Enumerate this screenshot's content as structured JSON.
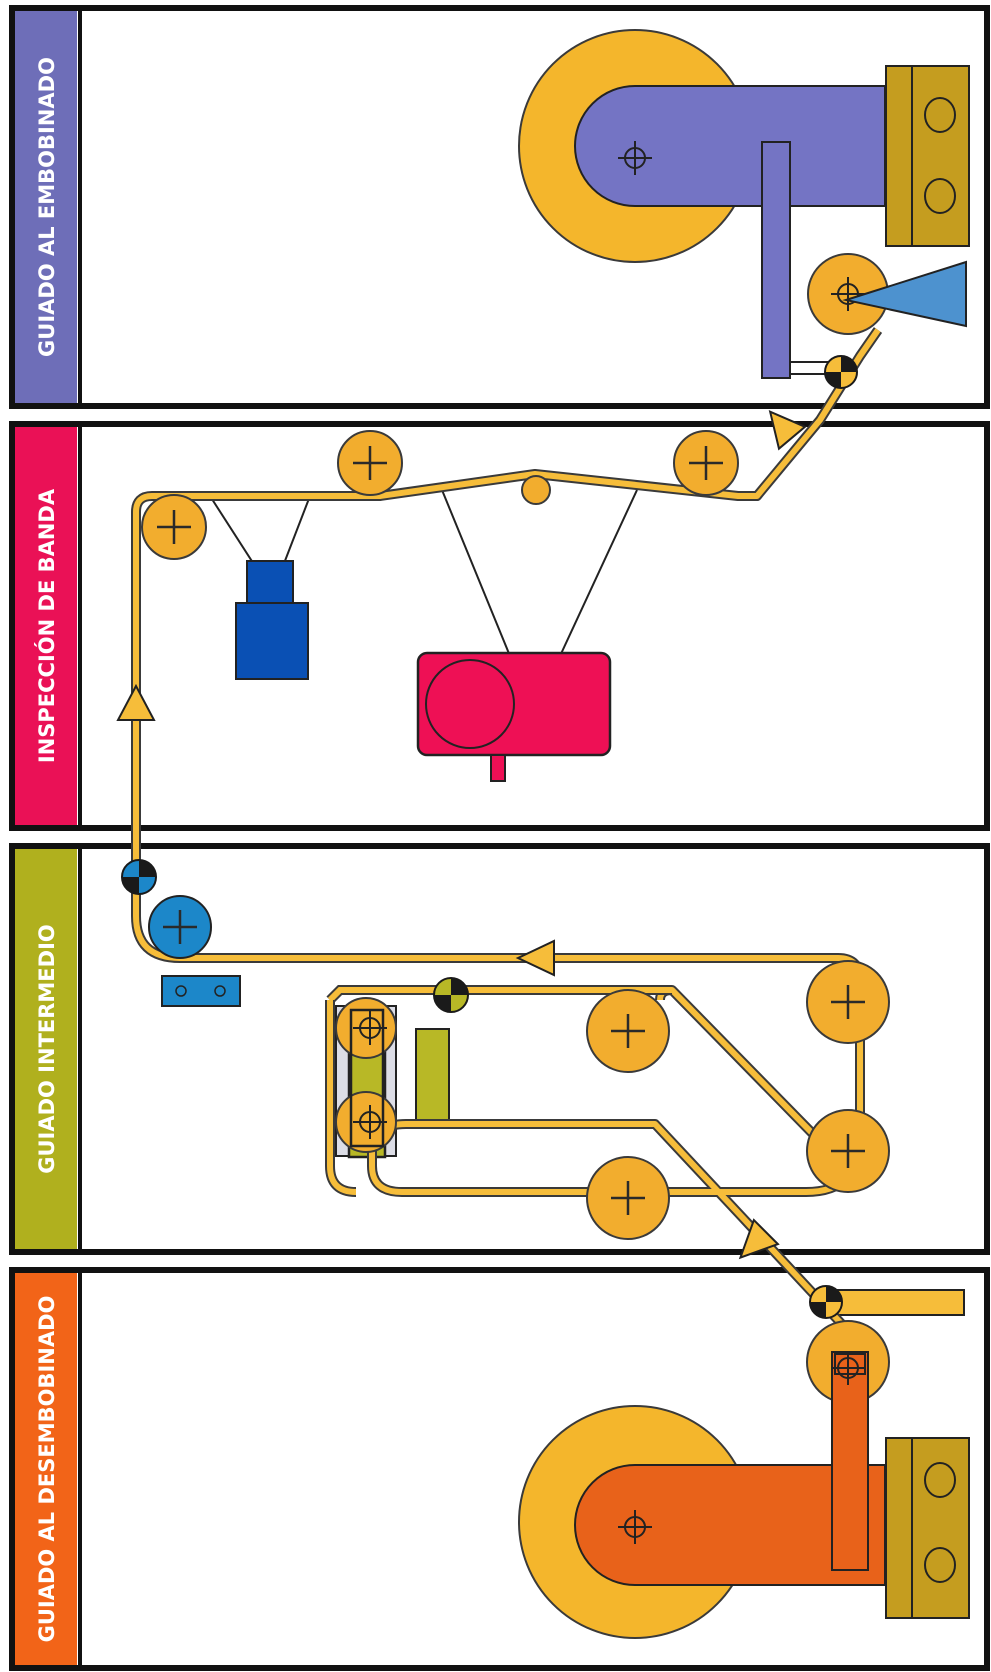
{
  "sections": [
    {
      "id": "rewind",
      "label": "GUIADO AL EMBOBINADO",
      "color": "#6e6eb8"
    },
    {
      "id": "inspection",
      "label": "INSPECCIÓN DE BANDA",
      "color": "#ea1156"
    },
    {
      "id": "intermediate",
      "label": "GUIADO INTERMEDIO",
      "color": "#b0b01e"
    },
    {
      "id": "unwind",
      "label": "GUIADO AL DESEMBOBINADO",
      "color": "#f26418"
    }
  ],
  "colors": {
    "web": "#f6bd3a",
    "web_edge": "#3a3a3a",
    "roller": "#f2ad2e",
    "reel": "#f4b62c",
    "base": "#c59d1f",
    "rewind_arm": "#7474c4",
    "unwind_arm": "#e8621a",
    "camera": "#0a50b4",
    "light_source": "#ee1055",
    "blue_roller": "#1c87c9",
    "intermediate_guide": "#b8b826",
    "sensor_blade": "#4d92cf"
  },
  "icons": [
    "roller-icon",
    "sensor-icon",
    "flow-arrow-icon",
    "crosshair-icon"
  ]
}
